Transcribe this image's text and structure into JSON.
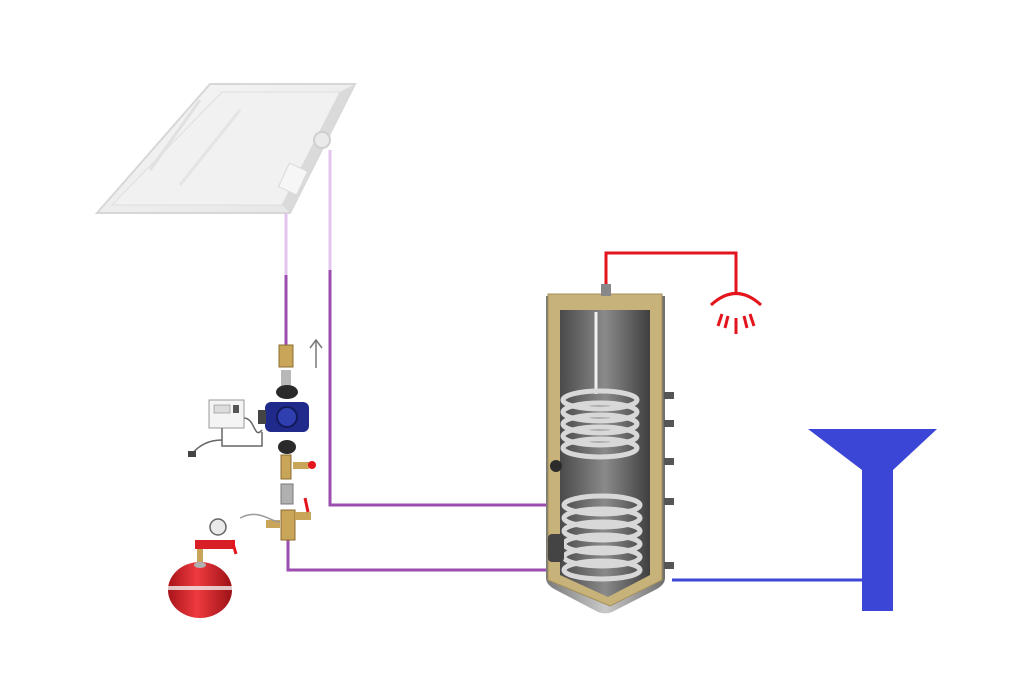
{
  "diagram": {
    "components": [
      {
        "id": "solar-collector",
        "icon": "solar-panel-icon"
      },
      {
        "id": "pump-station",
        "icon": "circulation-pump-icon"
      },
      {
        "id": "controller",
        "icon": "controller-icon"
      },
      {
        "id": "expansion-vessel",
        "icon": "expansion-vessel-icon"
      },
      {
        "id": "storage-tank",
        "icon": "twin-coil-tank-icon"
      },
      {
        "id": "shower",
        "icon": "shower-head-icon"
      },
      {
        "id": "cold-water-inlet",
        "icon": "funnel-icon"
      }
    ],
    "colors": {
      "solar_loop": "#9b4db0",
      "solar_loop_faded": "#e2c4ec",
      "hot_water": "#e3141c",
      "cold_water": "#3b46d6",
      "tank_insulation": "#c7b27a",
      "tank_shell": "#8d8d8d",
      "expansion_vessel": "#d81f26",
      "collector": "#dcdcdc"
    }
  }
}
